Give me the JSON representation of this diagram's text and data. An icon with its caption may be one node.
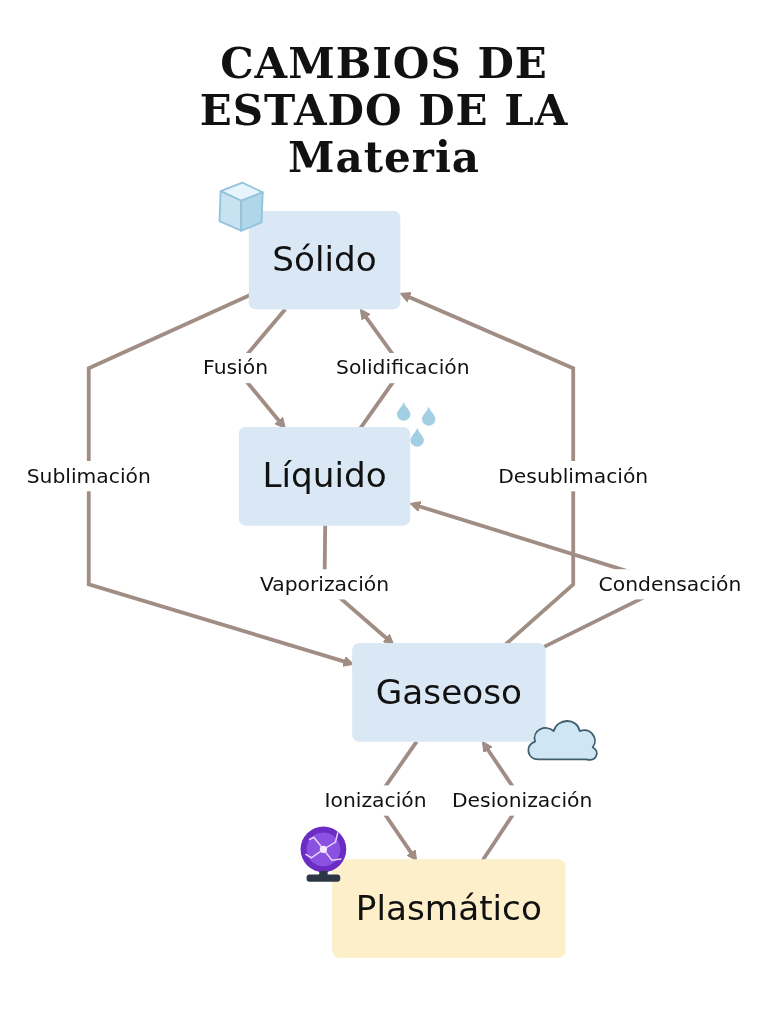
{
  "diagram": {
    "title": "CAMBIOS DE ESTADO DE LA Materia",
    "nodes": [
      {
        "text": [
          "Sólido"
        ]
      },
      {
        "text": [
          "Líquido"
        ]
      },
      {
        "text": [
          "Plasmático"
        ]
      },
      {
        "text": [
          "Gaseoso"
        ]
      }
    ],
    "edges": [
      {
        "from": 0,
        "to": 1,
        "label": "Fusión",
        "arrow": "to"
      },
      {
        "from": 1,
        "to": 0,
        "label": "Solidificación",
        "arrow": "to"
      },
      {
        "from": 0,
        "to": 3,
        "label": "Sublimación",
        "arrow": "to"
      },
      {
        "from": 3,
        "to": 0,
        "label": "Desublimación",
        "arrow": "to"
      },
      {
        "from": 1,
        "to": 3,
        "label": "Vaporización",
        "arrow": "to"
      },
      {
        "from": 3,
        "to": 1,
        "label": "Condensación",
        "arrow": "to"
      },
      {
        "from": 2,
        "to": 3,
        "label": "Desionización",
        "arrow": "to"
      },
      {
        "from": 3,
        "to": 2,
        "label": "Ionización",
        "arrow": "to"
      }
    ]
  }
}
